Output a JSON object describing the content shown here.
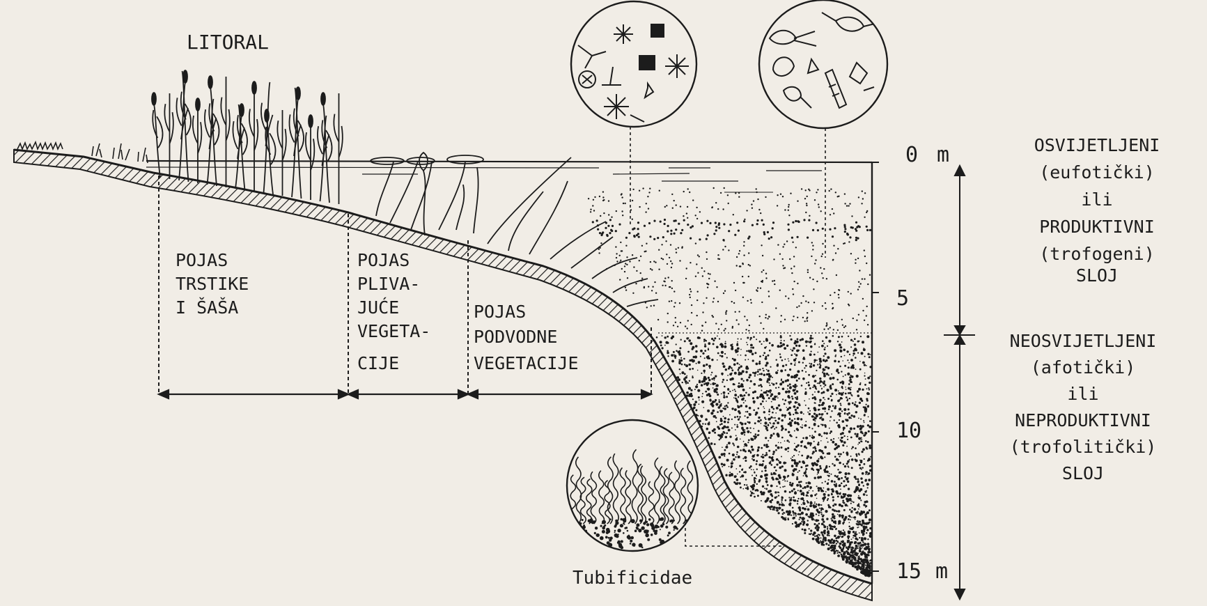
{
  "title": "LITORAL",
  "zones": [
    {
      "lines": [
        "POJAS",
        "TRSTIKE",
        "I ŠAŠA"
      ]
    },
    {
      "lines": [
        "POJAS",
        "PLIVA-",
        "JUĆE",
        "VEGETA-",
        "CIJE"
      ]
    },
    {
      "lines": [
        "POJAS",
        "PODVODNE",
        "VEGETACIJE"
      ]
    }
  ],
  "depth_scale": {
    "labels": [
      "0",
      "5",
      "10",
      "15"
    ],
    "unit": "m"
  },
  "layers": {
    "upper": [
      "OSVIJETLJENI",
      "(eufotički)",
      "ili",
      "PRODUKTIVNI",
      "(trofogeni)",
      "SLOJ"
    ],
    "lower": [
      "NEOSVIJETLJENI",
      "(afotički)",
      "ili",
      "NEPRODUKTIVNI",
      "(trofolitički)",
      "SLOJ"
    ]
  },
  "benthos_label": "Tubificidae",
  "icons": [
    "phytoplankton-inset-icon",
    "zooplankton-inset-icon",
    "tubificidae-inset-icon",
    "reed-icon",
    "floating-plant-icon",
    "submerged-plant-icon"
  ],
  "colors": {
    "paper": "#f1ede6",
    "ink": "#1c1c1c"
  }
}
